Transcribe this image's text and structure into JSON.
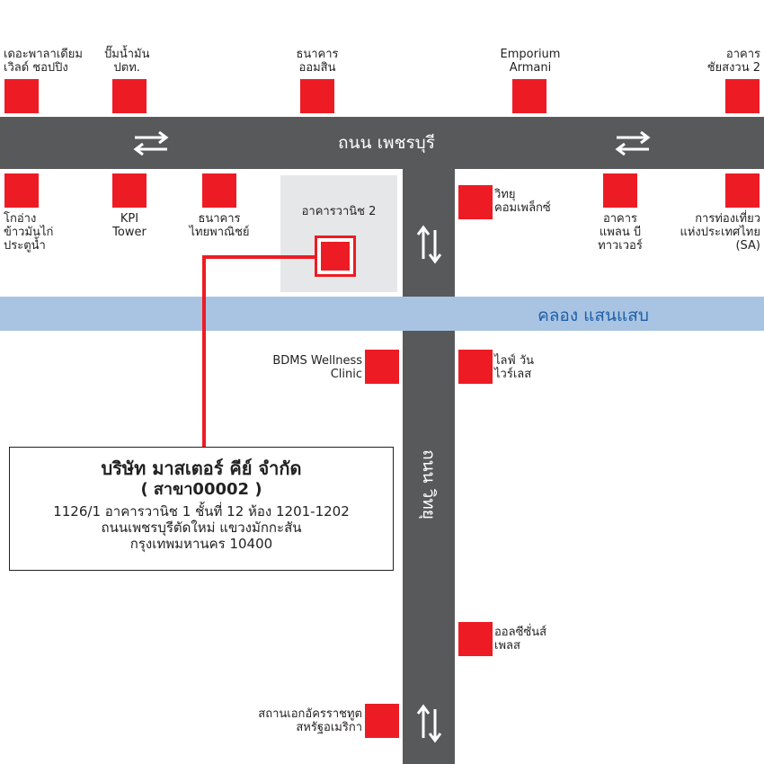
{
  "roads": {
    "petchaburi": "ถนน เพชรบุรี",
    "witthayu": "ถนน วิทยุ"
  },
  "canal": {
    "name": "คลอง แสนแสบ"
  },
  "target_building": {
    "name": "อาคารวานิช 2"
  },
  "landmarks_top": [
    {
      "line1": "เดอะพาลาเดียม",
      "line2": "เวิลด์ ชอปปิง"
    },
    {
      "line1": "ปั๊มน้ำมัน",
      "line2": "ปตท."
    },
    {
      "line1": "ธนาคาร",
      "line2": "ออมสิน"
    },
    {
      "line1": "Emporium",
      "line2": "Armani"
    },
    {
      "line1": "อาคาร",
      "line2": "ชัยสงวน 2"
    }
  ],
  "landmarks_below_road": [
    {
      "line1": "โกอ่าง",
      "line2": "ข้าวมันไก่",
      "line3": "ประตูน้ำ"
    },
    {
      "line1": "KPI",
      "line2": "Tower"
    },
    {
      "line1": "ธนาคาร",
      "line2": "ไทยพาณิชย์"
    },
    {
      "line1": "วิทยุ",
      "line2": "คอมเพล็กซ์"
    },
    {
      "line1": "อาคาร",
      "line2": "แพลน บี",
      "line3": "ทาวเวอร์"
    },
    {
      "line1": "การท่องเที่ยว",
      "line2": "แห่งประเทศไทย",
      "line3": "(SA)"
    }
  ],
  "landmarks_lower": [
    {
      "line1": "BDMS Wellness",
      "line2": "Clinic"
    },
    {
      "line1": "ไลฟ์ วัน",
      "line2": "ไวร์เลส"
    },
    {
      "line1": "ออลซีซั่นส์",
      "line2": "เพลส"
    },
    {
      "line1": "สถานเอกอัครราชทูต",
      "line2": "สหรัฐอเมริกา"
    }
  ],
  "company": {
    "name": "บริษัท มาสเตอร์ คีย์ จำกัด",
    "branch": "( สาขา00002 )",
    "address1": "1126/1 อาคารวานิช 1 ชั้นที่ 12 ห้อง 1201-1202",
    "address2": "ถนนเพชรบุรีตัดใหม่ แขวงมักกะสัน",
    "address3": "กรุงเทพมหานคร 10400"
  },
  "colors": {
    "road": "#58595b",
    "canal": "#a8c4e2",
    "landmark": "#ed1c24",
    "target_block": "#e6e7e8",
    "canal_text": "#1f5fa6"
  },
  "icons": [
    "two-way-arrow-icon",
    "two-way-arrow-icon",
    "two-way-arrow-icon",
    "two-way-arrow-icon"
  ]
}
